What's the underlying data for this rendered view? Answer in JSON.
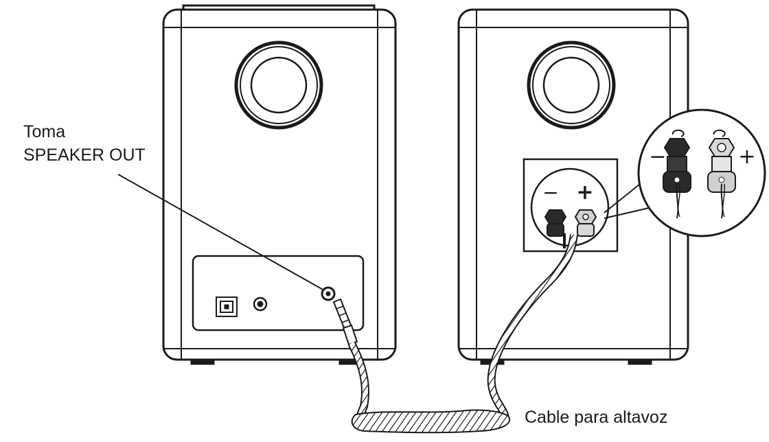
{
  "labels": {
    "speaker_out_line1": "Toma",
    "speaker_out_line2": "SPEAKER OUT",
    "speaker_cable": "Cable para altavoz"
  },
  "terminals": {
    "minus": "−",
    "plus": "+"
  },
  "colors": {
    "line": "#1a1a1a",
    "background": "#ffffff",
    "black_terminal": "#2a2a2a",
    "white_terminal": "#cfcfcf"
  }
}
